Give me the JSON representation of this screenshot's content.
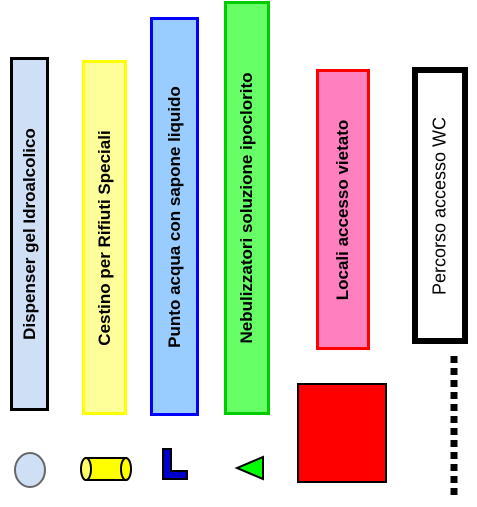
{
  "legend": {
    "items": [
      {
        "label": "Dispenser gel Idroalcolico",
        "fill": "#cfe0f6",
        "border": "#000000",
        "symbol": "circle-icon",
        "symbol_color": "#cfe0f6"
      },
      {
        "label": "Cestino per Rifiuti Speciali",
        "fill": "#ffff99",
        "border": "#ffff00",
        "symbol": "cylinder-icon",
        "symbol_color": "#ffff00"
      },
      {
        "label": "Punto acqua con sapone liquido",
        "fill": "#99ccff",
        "border": "#0000ff",
        "symbol": "l-shape-icon",
        "symbol_color": "#0000cc"
      },
      {
        "label": "Nebulizzatori soluzione ipoclorito",
        "fill": "#66ff66",
        "border": "#00cc00",
        "symbol": "triangle-icon",
        "symbol_color": "#00ff00"
      },
      {
        "label": "Locali accesso vietato",
        "fill": "#ff7fbf",
        "border": "#ff0000",
        "symbol": "square-icon",
        "symbol_color": "#ff0000"
      },
      {
        "label": "Percorso accesso WC",
        "fill": "#ffffff",
        "border": "#000000",
        "symbol": "dashed-line-icon",
        "symbol_color": "#000000"
      }
    ]
  }
}
